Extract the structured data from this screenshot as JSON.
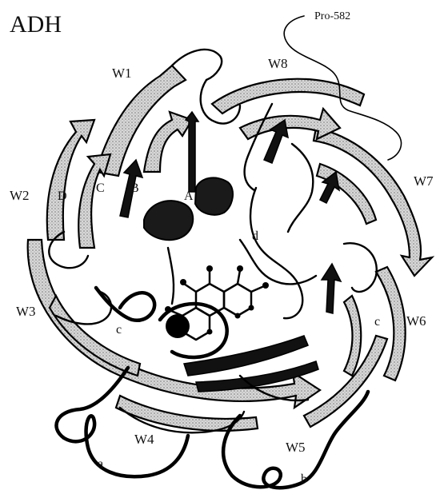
{
  "title": "ADH",
  "c_terminus": "Pro-582",
  "blades": [
    "W1",
    "W2",
    "W3",
    "W4",
    "W5",
    "W6",
    "W7",
    "W8"
  ],
  "strands": [
    "A",
    "B",
    "C",
    "D"
  ],
  "loops": [
    "a",
    "b",
    "c",
    "c",
    "d"
  ]
}
